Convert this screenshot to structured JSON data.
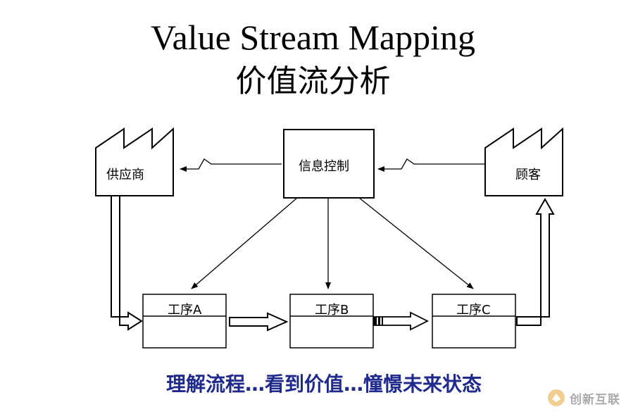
{
  "title": {
    "english": "Value Stream Mapping",
    "chinese": "价值流分析"
  },
  "nodes": {
    "supplier": "供应商",
    "info_control": "信息控制",
    "customer": "顾客",
    "process_a": "工序A",
    "process_b": "工序B",
    "process_c": "工序C"
  },
  "caption": "理解流程…看到价值…憧憬未来状态",
  "watermark": "创新互联"
}
